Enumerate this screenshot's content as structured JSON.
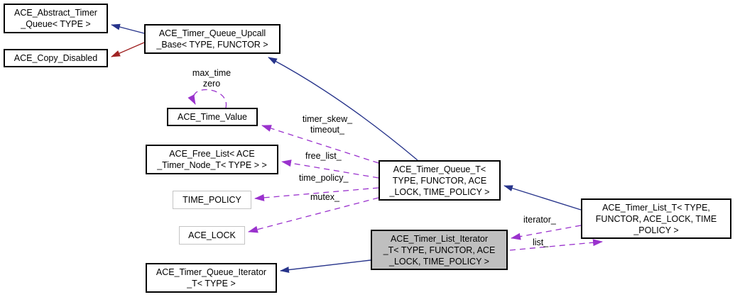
{
  "colors": {
    "inheritance_public": "#27348b",
    "inheritance_private": "#a02323",
    "usage_dashed": "#9a32cd",
    "node_border": "#000000",
    "node_bg": "#ffffff",
    "highlight_bg": "#bfbfbf",
    "template_border": "#c4c4c4",
    "text": "#000000"
  },
  "nodes": {
    "abstract_timer_queue": {
      "label": "ACE_Abstract_Timer\n_Queue< TYPE >"
    },
    "copy_disabled": {
      "label": "ACE_Copy_Disabled"
    },
    "timer_queue_upcall_base": {
      "label": "ACE_Timer_Queue_Upcall\n_Base< TYPE, FUNCTOR >"
    },
    "time_value": {
      "label": "ACE_Time_Value"
    },
    "free_list": {
      "label": "ACE_Free_List< ACE\n_Timer_Node_T< TYPE > >"
    },
    "time_policy": {
      "label": "TIME_POLICY"
    },
    "ace_lock": {
      "label": "ACE_LOCK"
    },
    "timer_queue_t": {
      "label": "ACE_Timer_Queue_T<\nTYPE, FUNCTOR, ACE\n_LOCK, TIME_POLICY >"
    },
    "timer_list_t": {
      "label": "ACE_Timer_List_T< TYPE,\nFUNCTOR, ACE_LOCK, TIME\n_POLICY >"
    },
    "timer_list_iterator_t": {
      "label": "ACE_Timer_List_Iterator\n_T< TYPE, FUNCTOR, ACE\n_LOCK, TIME_POLICY >"
    },
    "timer_queue_iterator_t": {
      "label": "ACE_Timer_Queue_Iterator\n_T< TYPE >"
    }
  },
  "edge_labels": {
    "max_time_zero": {
      "text": "max_time\nzero"
    },
    "timer_skew_timeout": {
      "text": "timer_skew_\ntimeout_"
    },
    "free_list": {
      "text": "free_list_"
    },
    "time_policy": {
      "text": "time_policy_"
    },
    "mutex": {
      "text": "mutex_"
    },
    "iterator": {
      "text": "iterator_"
    },
    "list": {
      "text": "list_"
    }
  }
}
